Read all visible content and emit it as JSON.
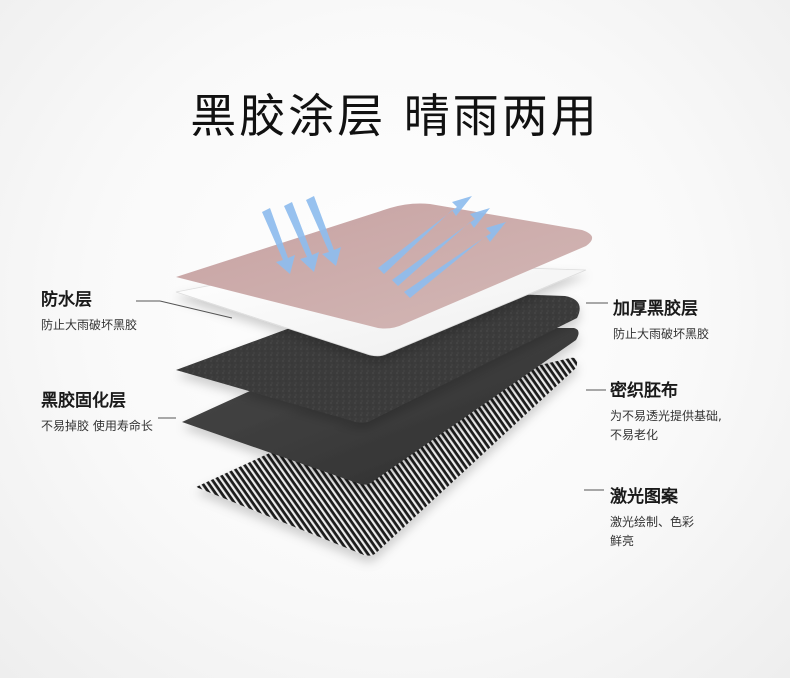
{
  "title": "黑胶涂层 晴雨两用",
  "labels": {
    "waterproof": {
      "heading": "防水层",
      "desc": "防止大雨破坏黑胶"
    },
    "thick_black": {
      "heading": "加厚黑胶层",
      "desc": "防止大雨破坏黑胶"
    },
    "black_fix": {
      "heading": "黑胶固化层",
      "desc": "不易掉胶 使用寿命长"
    },
    "dense_fabric": {
      "heading": "密织胚布",
      "desc_lines": [
        "为不易透光提供基础,",
        "不易老化"
      ]
    },
    "laser_pattern": {
      "heading": "激光图案",
      "desc_lines": [
        "激光绘制、色彩",
        "鲜亮"
      ]
    }
  },
  "colors": {
    "top_layer": "#c9aaa8",
    "arrow": "#8ab8ec",
    "black_layer": "#3b3b3b",
    "fixed_layer": "#4a4a4a",
    "stripe_layer": "#2a2a2a"
  }
}
